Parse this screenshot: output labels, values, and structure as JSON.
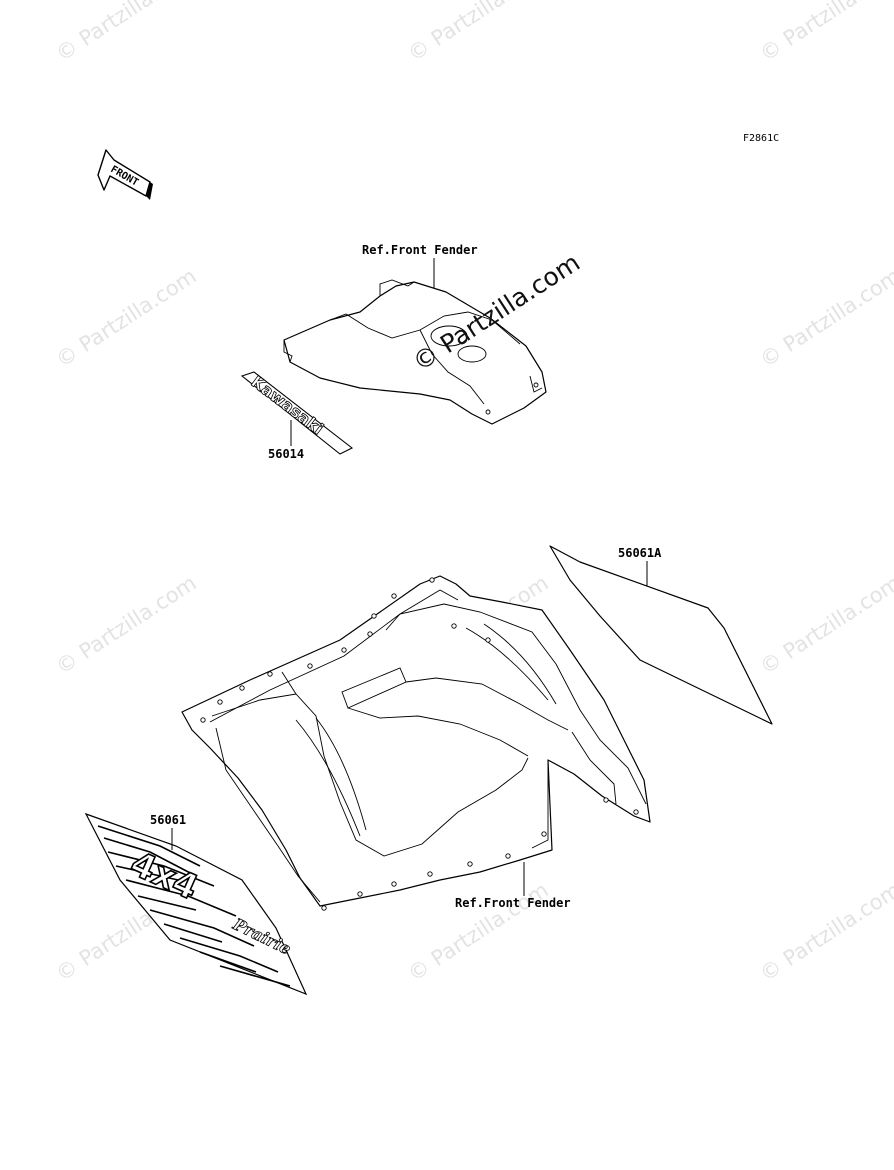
{
  "diagram_code": "F2861C",
  "front_arrow_text": "FRONT",
  "watermark_text": "© Partzilla.com",
  "callouts": {
    "ref_front_fender_top": "Ref.Front Fender",
    "ref_front_fender_bottom": "Ref.Front Fender",
    "part_56014": "56014",
    "part_56061A": "56061A",
    "part_56061": "56061"
  },
  "decals": {
    "kawasaki_text": "Kawasaki",
    "model_text": "4x4",
    "script_text": "Prairie"
  }
}
